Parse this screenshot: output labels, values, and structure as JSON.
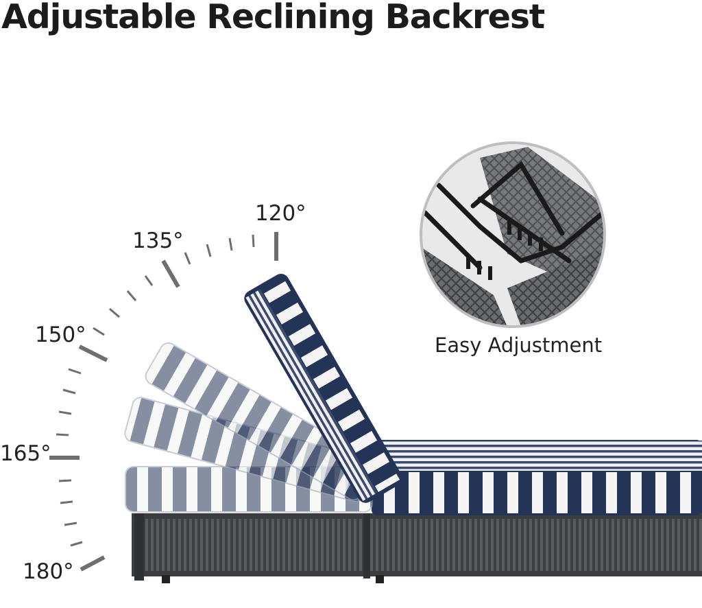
{
  "title": "Adjustable Reclining Backrest",
  "angles": [
    "120°",
    "135°",
    "150°",
    "165°",
    "180°"
  ],
  "inset_caption": "Easy Adjustment",
  "colors": {
    "navy": "#243456",
    "stripe_white": "#f4f4f4",
    "wicker": "#4a4c50",
    "tick": "#6e6e6e"
  }
}
